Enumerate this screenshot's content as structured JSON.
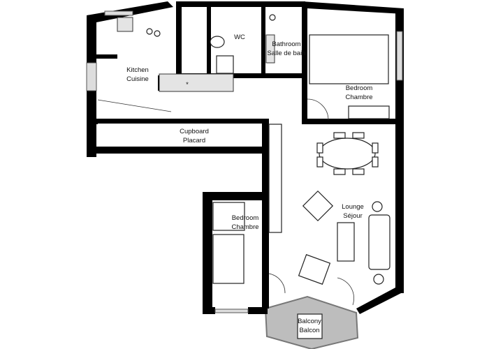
{
  "rooms": {
    "kitchen": {
      "en": "Kitchen",
      "fr": "Cuisine"
    },
    "wc": {
      "en": "WC"
    },
    "bathroom": {
      "en": "Bathroom",
      "fr": "Salle de bain"
    },
    "bedroom_1": {
      "en": "Bedroom",
      "fr": "Chambre"
    },
    "cupboard": {
      "en": "Cupboard",
      "fr": "Placard"
    },
    "lounge": {
      "en": "Lounge",
      "fr": "Séjour"
    },
    "bedroom_2": {
      "en": "Bedroom",
      "fr": "Chambre"
    },
    "balcony": {
      "en": "Balcony",
      "fr": "Balcon"
    }
  },
  "colors": {
    "wall": "#000000",
    "balcony_floor": "#bdbdbd",
    "fixture": "#e4e4e4"
  }
}
